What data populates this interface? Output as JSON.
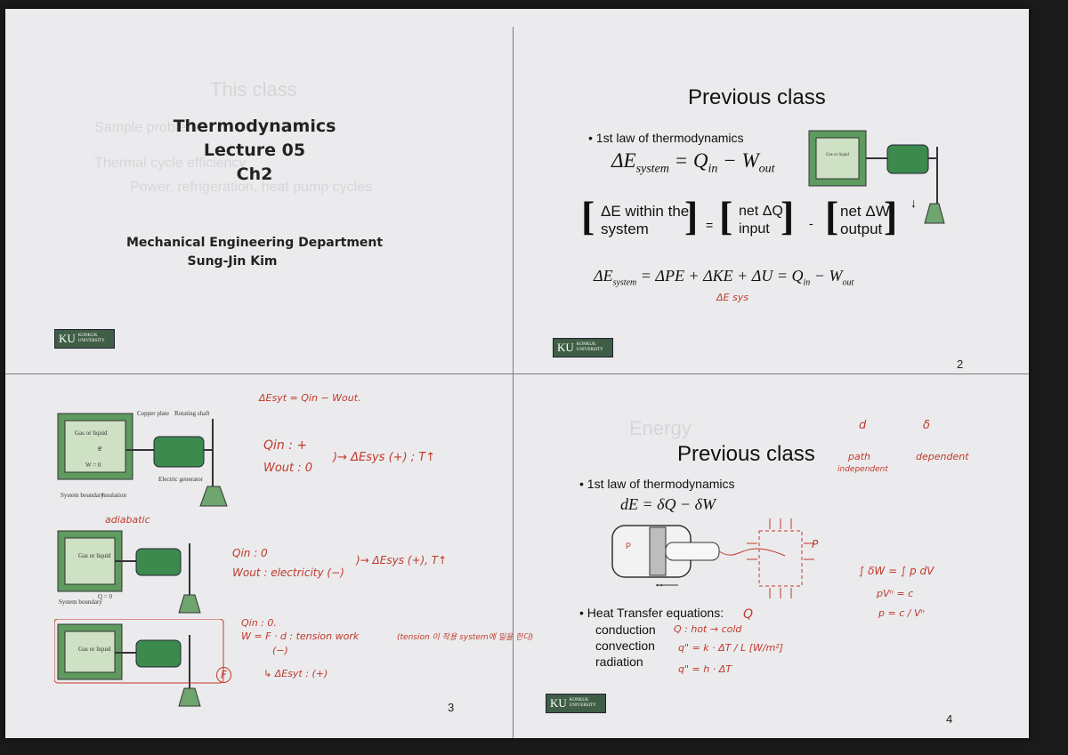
{
  "slide1": {
    "ghost_title": "This class",
    "ghost_line1": "Sample problems",
    "ghost_line2": "Thermal cycle efficiency",
    "ghost_line3": "Power, refrigeration, heat pump cycles",
    "title1": "Thermodynamics",
    "title2": "Lecture 05",
    "title3": "Ch2",
    "dept": "Mechanical Engineering Department",
    "author": "Sung-Jin Kim",
    "logo": "KU",
    "logo_sub": "KONKUK UNIVERSITY"
  },
  "slide2": {
    "title": "Previous class",
    "bullet": "1st law of thermodynamics",
    "eq1_lhs": "ΔE",
    "eq1_sub": "system",
    "eq1_rhs": "= Q",
    "eq1_in": "in",
    "eq1_minus": "−",
    "eq1_w": "W",
    "eq1_out": "out",
    "box1": "ΔE within the system",
    "box2": "net ΔQ input",
    "box3": "net ΔW output",
    "eq_sign": "=",
    "minus_sign": "-",
    "eq2": "ΔE",
    "eq2_sub": "system",
    "eq2_rhs": "= ΔPE + ΔKE + ΔU = Q",
    "eq2_in": "in",
    "eq2_w": " − W",
    "eq2_out": "out",
    "hand_underbrace": "ΔE sys",
    "gas_label": "Gas or liquid",
    "page": "2",
    "logo": "KU",
    "logo_sub": "KONKUK UNIVERSITY"
  },
  "slide3": {
    "hand_top": "ΔEsyt = Qin − Wout.",
    "hand_a1": "Qin : +",
    "hand_a2": "Wout : 0",
    "hand_a3": ")→ ΔEsys (+) ; T↑",
    "hand_adiabatic": "adiabatic",
    "hand_b1": "Qin : 0",
    "hand_b2": "Wout : electricity (−)",
    "hand_b3": ")→ ΔEsys (+), T↑",
    "hand_c1": "Qin : 0.",
    "hand_c2": "W = F · d : tension work",
    "hand_c3": "(tension 이 작용 system에 일을 한다)",
    "hand_c4": "(−)",
    "hand_c5": "↳ ΔEsyt : (+)",
    "hand_f": "F",
    "d1_copper": "Copper plate",
    "d1_shaft": "Rotating shaft",
    "d1_gas": "Gas or liquid",
    "d1_e": "e",
    "d1_w": "W = 0",
    "d1_gen": "Electric generator",
    "d1_boundary": "System boundary",
    "d1_insulation": "Insulation",
    "d2_gas": "Gas or liquid",
    "d2_q": "Q = 0",
    "d2_boundary": "System boundary",
    "d3_gas": "Gas or liquid",
    "page": "3"
  },
  "slide4": {
    "ghost": "Energy",
    "title": "Previous class",
    "bullet": "1st law of thermodynamics",
    "eq": "dE = δQ − δW",
    "piston_p": "P",
    "p_label": "P",
    "bullet2": "Heat Transfer equations:",
    "hand_q": "Q",
    "conduction": "conduction",
    "convection": "convection",
    "radiation": "radiation",
    "hand_cond": "Q : hot → cold",
    "hand_conv": "q\" = k · ΔT / L  [W/m²]",
    "hand_rad": "q\" = h · ΔT",
    "hand_d": "d",
    "hand_path": "path",
    "hand_indep": "independent",
    "hand_delta": "δ",
    "hand_dep": "dependent",
    "hand_int": "∫ δW = ∫ p dV",
    "hand_pv": "pVⁿ = c",
    "hand_p": "p = c / Vⁿ",
    "page": "4",
    "logo": "KU",
    "logo_sub": "KONKUK UNIVERSITY"
  }
}
